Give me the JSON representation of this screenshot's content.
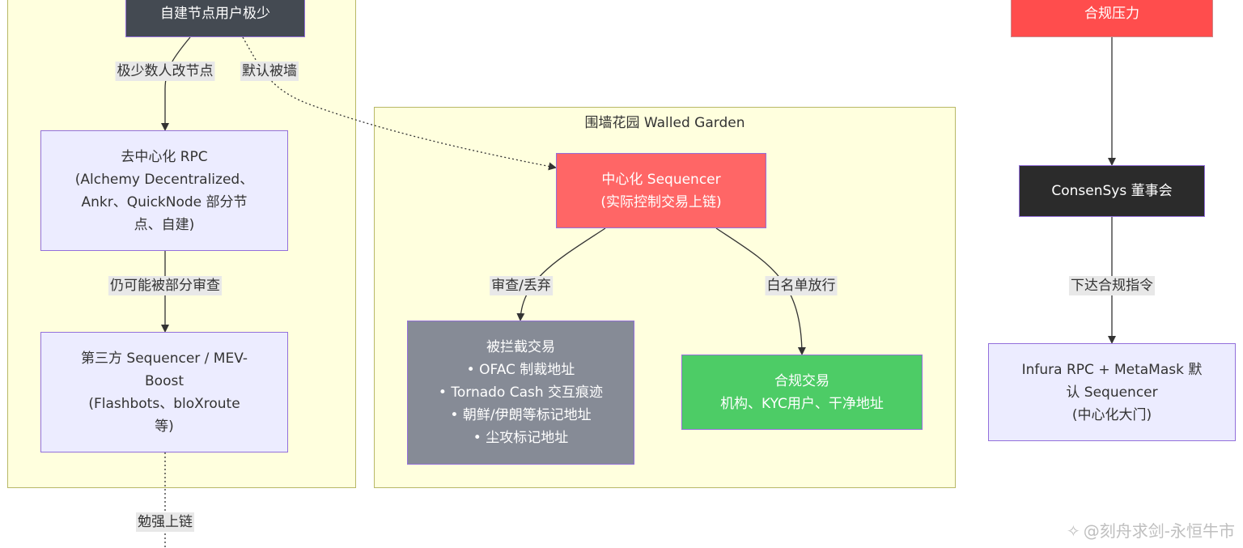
{
  "clusters": {
    "walled_garden": "围墙花园 Walled Garden"
  },
  "nodes": {
    "self_built": [
      "自建节点用户极少"
    ],
    "decentralized_rpc": [
      "去中心化 RPC",
      "(Alchemy Decentralized、",
      "Ankr、QuickNode 部分节",
      "点、自建)"
    ],
    "third_party": [
      "第三方 Sequencer / MEV-",
      "Boost",
      "(Flashbots、bloXroute",
      "等)"
    ],
    "central_sequencer": [
      "中心化 Sequencer",
      "(实际控制交易上链)"
    ],
    "blocked": [
      "被拦截交易",
      "• OFAC 制裁地址",
      "• Tornado Cash 交互痕迹",
      "• 朝鲜/伊朗等标记地址",
      "• 尘攻标记地址"
    ],
    "compliant": [
      "合规交易",
      "机构、KYC用户、干净地址"
    ],
    "compliance_pressure": [
      "合规压力"
    ],
    "consensys": [
      "ConsenSys 董事会"
    ],
    "infura": [
      "Infura RPC + MetaMask 默",
      "认 Sequencer",
      "(中心化大门)"
    ]
  },
  "edge_labels": {
    "very_few_change": "极少数人改节点",
    "default_walled": "默认被墙",
    "partial_censor": "仍可能被部分审查",
    "barely_onchain": "勉强上链",
    "censor_drop": "审查/丢弃",
    "whitelist": "白名单放行",
    "issue_order": "下达合规指令"
  },
  "watermark": "@刻舟求剑-永恒牛市",
  "colors": {
    "cluster_fill": "#ffffde",
    "node_purple": "#ececff",
    "sequencer_red": "#ff6666",
    "pressure_red": "#ff4d4d",
    "blocked_grey": "#868b96",
    "compliant_green": "#4dcc66",
    "consensys_black": "#2b2b2b"
  }
}
